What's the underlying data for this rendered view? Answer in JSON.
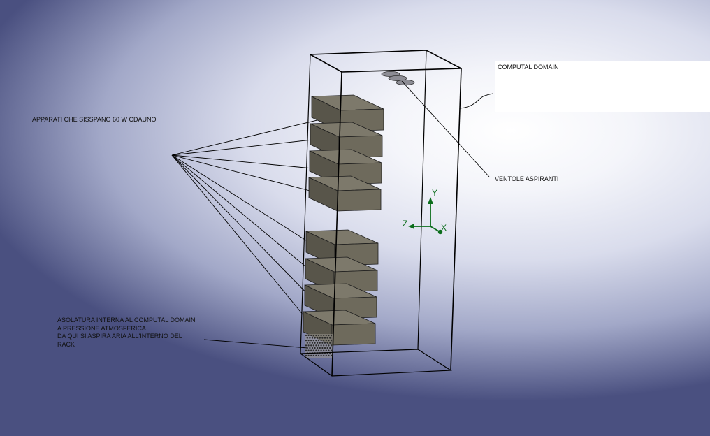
{
  "labels": {
    "computational_domain": "COMPUTAL DOMAIN",
    "fans": "VENTOLE ASPIRANTI",
    "devices": "APPARATI CHE SISSPANO 60 W CDAUNO",
    "opening": "ASOLATURA INTERNA AL COMPUTAL DOMAIN\nA PRESSIONE ATMOSFERICA.\nDA QUI SI ASPIRA ARIA ALL'INTERNO DEL\nRACK"
  },
  "axes": {
    "y": "Y",
    "z": "Z",
    "x": "X"
  },
  "colors": {
    "box_front": "#6e6a5c",
    "box_top": "#7d796b",
    "box_side": "#58554a",
    "box_edge": "#1d1d1d",
    "axis": "#0b6d1b",
    "line": "#000000"
  },
  "counts": {
    "devices": 8,
    "fans": 3
  }
}
